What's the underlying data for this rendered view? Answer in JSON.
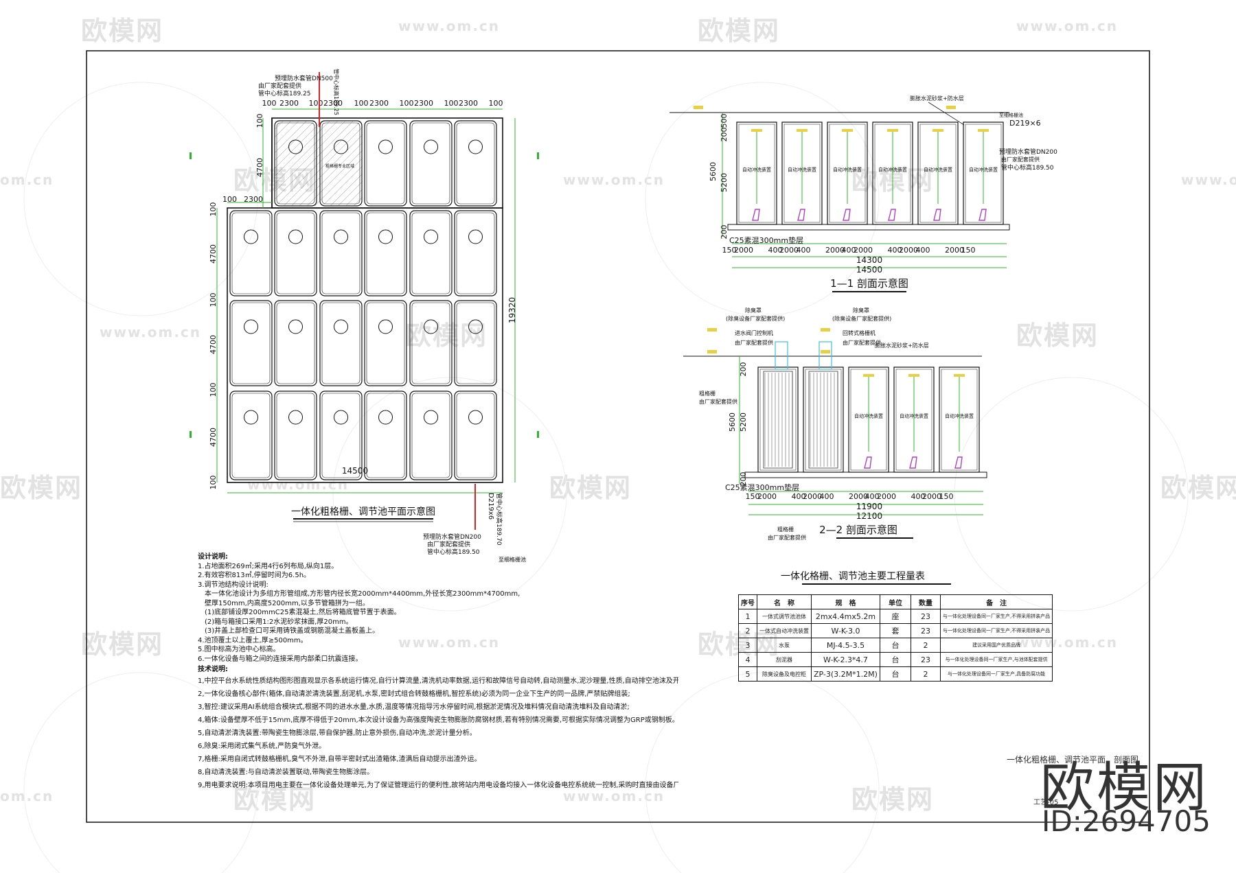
{
  "watermark": {
    "logo_text": "欧模网",
    "url_text": "www.om.cn",
    "url_short": "om.cn",
    "brand": "欧模网",
    "id": "ID:2694705"
  },
  "plan": {
    "title": "一体化粗格栅、调节池平面示意图",
    "top_dims": [
      "100",
      "2300",
      "100",
      "2300",
      "100",
      "2300",
      "100",
      "2300",
      "100",
      "2300",
      "100"
    ],
    "left_dims_upper": [
      "100",
      "4700"
    ],
    "left_dims_lower": [
      "100",
      "4700",
      "100",
      "4700",
      "100",
      "4700",
      "100"
    ],
    "mid_dims": [
      "100",
      "2300"
    ],
    "total_width": "14500",
    "total_height": "19320",
    "pipe_top_a": "预埋防水套管DN500",
    "pipe_top_b": "由厂家配套提供",
    "pipe_top_c": "管中心标高189.25",
    "pipe_top_d": "管中心标高189.25",
    "screen_label": "粗格栅专业区域",
    "pipe_bottom_a": "预埋防水套管DN200",
    "pipe_bottom_b": "由厂家配套提供",
    "pipe_bottom_c": "管中心标高189.50",
    "pipe_bottom_d": "D219x6",
    "pipe_bottom_e": "管中心标高189.70",
    "bottom_note": "至细格栅池"
  },
  "section1": {
    "title": "1—1 剖面示意图",
    "top_label": "膨胀水泥砂浆+防水层",
    "right_pipe_a": "D219×6",
    "right_pipe_b": "预埋防水套管DN200",
    "right_pipe_c": "由厂家配套提供",
    "right_pipe_d": "管中心标高189.50",
    "right_pipe_e": "至细格栅池",
    "cell_label": "自动冲洗装置",
    "left_dims": [
      "500",
      "200",
      "5600",
      "5200",
      "200"
    ],
    "slab": "C25素混300mm垫层",
    "bottom_dims": [
      "150",
      "2000",
      "400",
      "2000",
      "400",
      "2000",
      "400",
      "2000",
      "400",
      "2000",
      "400",
      "2000",
      "150"
    ],
    "width_inner": "14300",
    "width_outer": "14500"
  },
  "section2": {
    "title": "2—2 剖面示意图",
    "label_a1": "除臭罩",
    "label_a2": "(除臭设备厂家配套提供)",
    "label_b1": "除臭罩",
    "label_b2": "(除臭设备厂家配套提供)",
    "label_c1": "进水阀门控制机",
    "label_c2": "由厂家配套提供",
    "label_d1": "回转式格栅机",
    "label_d2": "由厂家配套提供",
    "label_e": "膨胀水泥砂浆+防水层",
    "label_f1": "粗格栅",
    "label_f2": "由厂家配套提供",
    "cell_label": "自动冲洗装置",
    "left_dims": [
      "200",
      "5600",
      "5200",
      "200"
    ],
    "slab": "C25素混300mm垫层",
    "bottom_dims": [
      "150",
      "2000",
      "400",
      "2000",
      "400",
      "2000",
      "400",
      "2000",
      "400",
      "2000",
      "150"
    ],
    "width_inner": "11900",
    "width_outer": "12100",
    "bottom_label_a": "粗格栅",
    "bottom_label_b": "由厂家配套提供"
  },
  "table": {
    "title": "一体化格栅、调节池主要工程量表",
    "headers": [
      "序号",
      "名　称",
      "规　格",
      "单位",
      "数量",
      "备　注"
    ],
    "rows": [
      [
        "1",
        "一体式调节池池体",
        "2mx4.4mx5.2m",
        "座",
        "23",
        "与一体化处理设备同一厂家生产,不得采用拼装产品"
      ],
      [
        "2",
        "一体式自动冲洗装置",
        "W-K-3.0",
        "套",
        "23",
        "与一体化处理设备同一厂家生产,不得采用拼装产品"
      ],
      [
        "3",
        "水泵",
        "MJ-4.5-3.5",
        "台",
        "2",
        "建议采用国产优质品牌"
      ],
      [
        "4",
        "刮泥器",
        "W-K-2.3*4.7",
        "台",
        "23",
        "与一体化处理设备同一厂家生产,与池体配套提供"
      ],
      [
        "5",
        "除臭设备及电控柜",
        "ZP-3(3.2M*1.2M)",
        "台",
        "2",
        "与一体化处理设备同一厂家生产,具备防腐功能"
      ]
    ]
  },
  "notes": {
    "design_title": "设计说明:",
    "design": [
      "1.占地面积269㎡;采用4行6列布局,纵向1层。",
      "2.有效容积813㎡,停留时间为6.5h。",
      "3.调节池结构设计说明:",
      "本一体化池设计为多组方形管组成,方形管内径长宽2000mm*4400mm,外径长宽2300mm*4700mm,",
      "壁厚150mm,内高度5200mm,以多节管箱拼为一组。",
      "(1)底部铺设厚200mmC25素混凝土,然后将箱底管节置于表面。",
      "(2)箱与箱接口采用1:2水泥砂浆抹面,厚20mm。",
      "(3)井盖上部检查口可采用铸铁盖或钢筋混凝土盖板盖上。",
      "4.池顶覆土以上覆土,厚≥500mm。",
      "5.图中标高为池中心标高。",
      "6.一体化设备与箱之间的连接采用内部柔口抗震连接。"
    ],
    "tech_title": "技术说明:",
    "tech": [
      "1,中控平台水系统性质结构图形图直观显示各系统运行情况,自行计算流量,清洗机动率数据,运行和故障信号自动转,自动测量水,泥沙理量,性质,自动排空池沫及开流,自动定期清淤。",
      "2,一体化设备核心部件(箱体,自动清淤清洗装置,刮泥机,水泵,密封式组合转鼓格栅机,智控系统)必须为同一企业下生产的同一品牌,严禁贴牌组装;",
      "3,智控:建议采用AI系统组合模块式,根据不同的进水水量,水质,温度等情况指导污水停留时间,根据淤泥情况及堆料情况自动清洗堆料及自动清淤;",
      "4,箱体:设备壁厚不低于15mm,底厚不得低于20mm,本次设计设备为高强度陶瓷生物膨胀防腐钢材质,若有特别情况需要,可根据实际情况调整为GRP或钢制板。",
      "5,自动清淤清洗装置:带陶瓷生物膨涂层,带自保护器,防止意外损伤,自动冲洗,淤泥计量分析。",
      "6,除臭:采用闭式集气系统,严防臭气外泄。",
      "7,格栅:采用自闭式转鼓格栅机,臭气不外泄,自带半密封式出渣箱体,渣满后自动提示出渣外运。",
      "8,自动清洗装置:与自动清淤装置联动,带陶瓷生物膨涂层。",
      "9,用电要求说明:本项目用电主要在一体化设备处理单元,为了保证管理运行的便利性,故将站内用电设备均接入一体化设备电控系统统一控制,采购时直接由设备厂家负责电气设计及安装。"
    ]
  },
  "sheet": {
    "title": "一体化粗格栅、调节池平面、剖面图",
    "number": "工艺-05"
  }
}
